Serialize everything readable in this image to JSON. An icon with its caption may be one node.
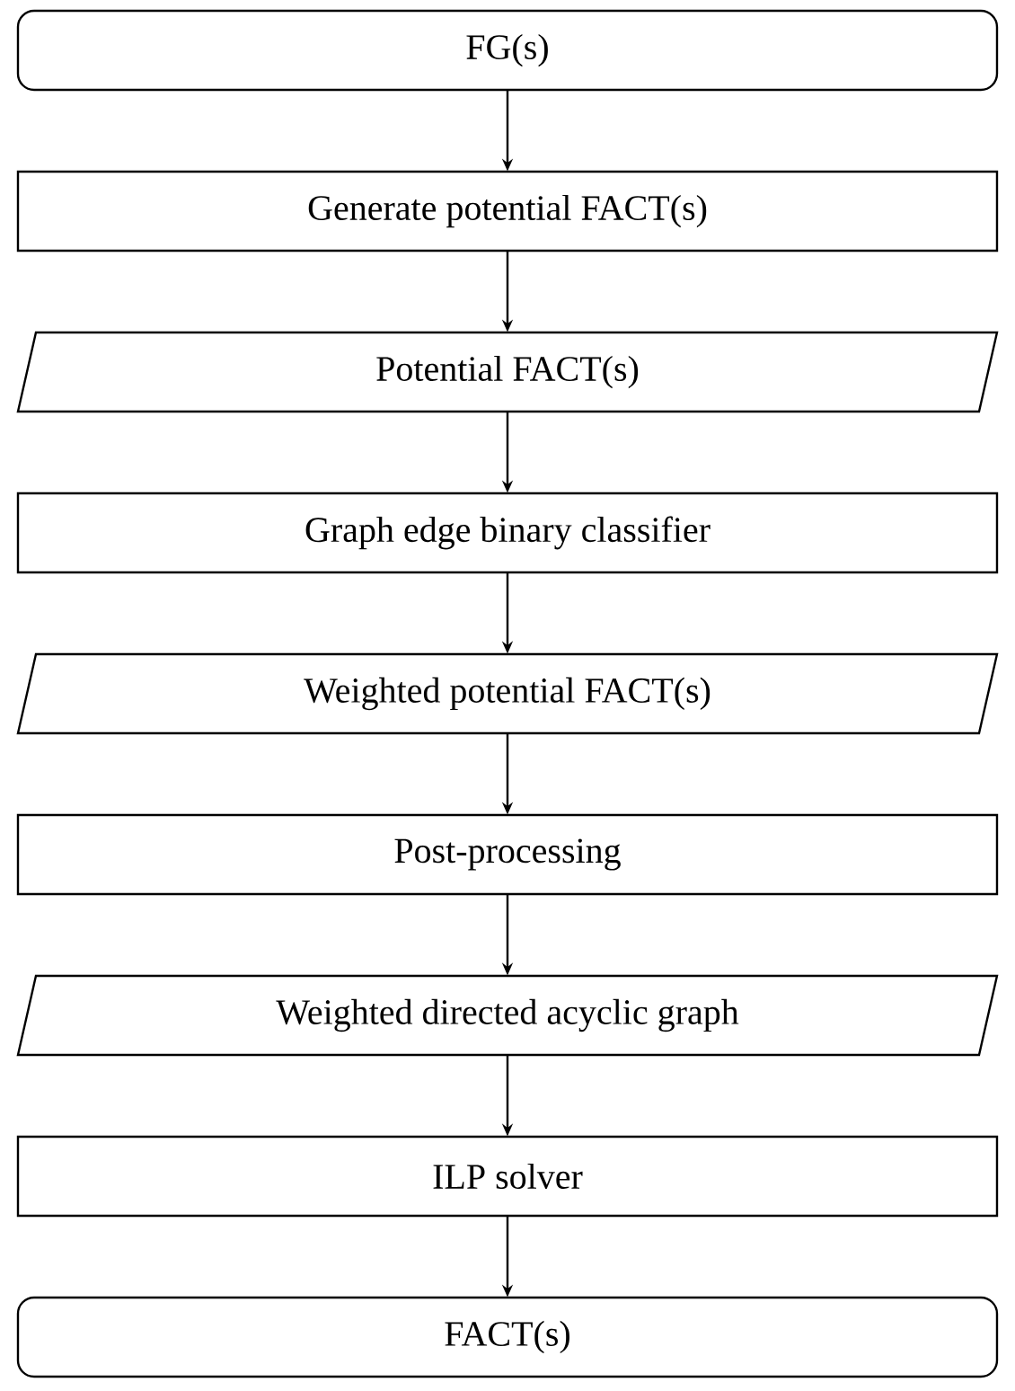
{
  "diagram": {
    "nodes": [
      {
        "text": [
          "FG(s)"
        ]
      },
      {
        "text": [
          "Generate potential FACT(s)"
        ]
      },
      {
        "text": [
          "Potential FACT(s)"
        ]
      },
      {
        "text": [
          "Graph edge binary classifier"
        ]
      },
      {
        "text": [
          "Weighted potential FACT(s)"
        ]
      },
      {
        "text": [
          "Post-processing"
        ]
      },
      {
        "text": [
          "Weighted directed acyclic graph"
        ]
      },
      {
        "text": [
          "ILP solver"
        ]
      },
      {
        "text": [
          "FACT(s)"
        ]
      }
    ],
    "edges": [
      {
        "from": 0,
        "to": 1,
        "arrow": "to"
      },
      {
        "from": 1,
        "to": 2,
        "arrow": "to"
      },
      {
        "from": 2,
        "to": 3,
        "arrow": "to"
      },
      {
        "from": 3,
        "to": 4,
        "arrow": "to"
      },
      {
        "from": 4,
        "to": 5,
        "arrow": "to"
      },
      {
        "from": 5,
        "to": 6,
        "arrow": "to"
      },
      {
        "from": 6,
        "to": 7,
        "arrow": "to"
      },
      {
        "from": 7,
        "to": 8,
        "arrow": "to"
      }
    ]
  }
}
